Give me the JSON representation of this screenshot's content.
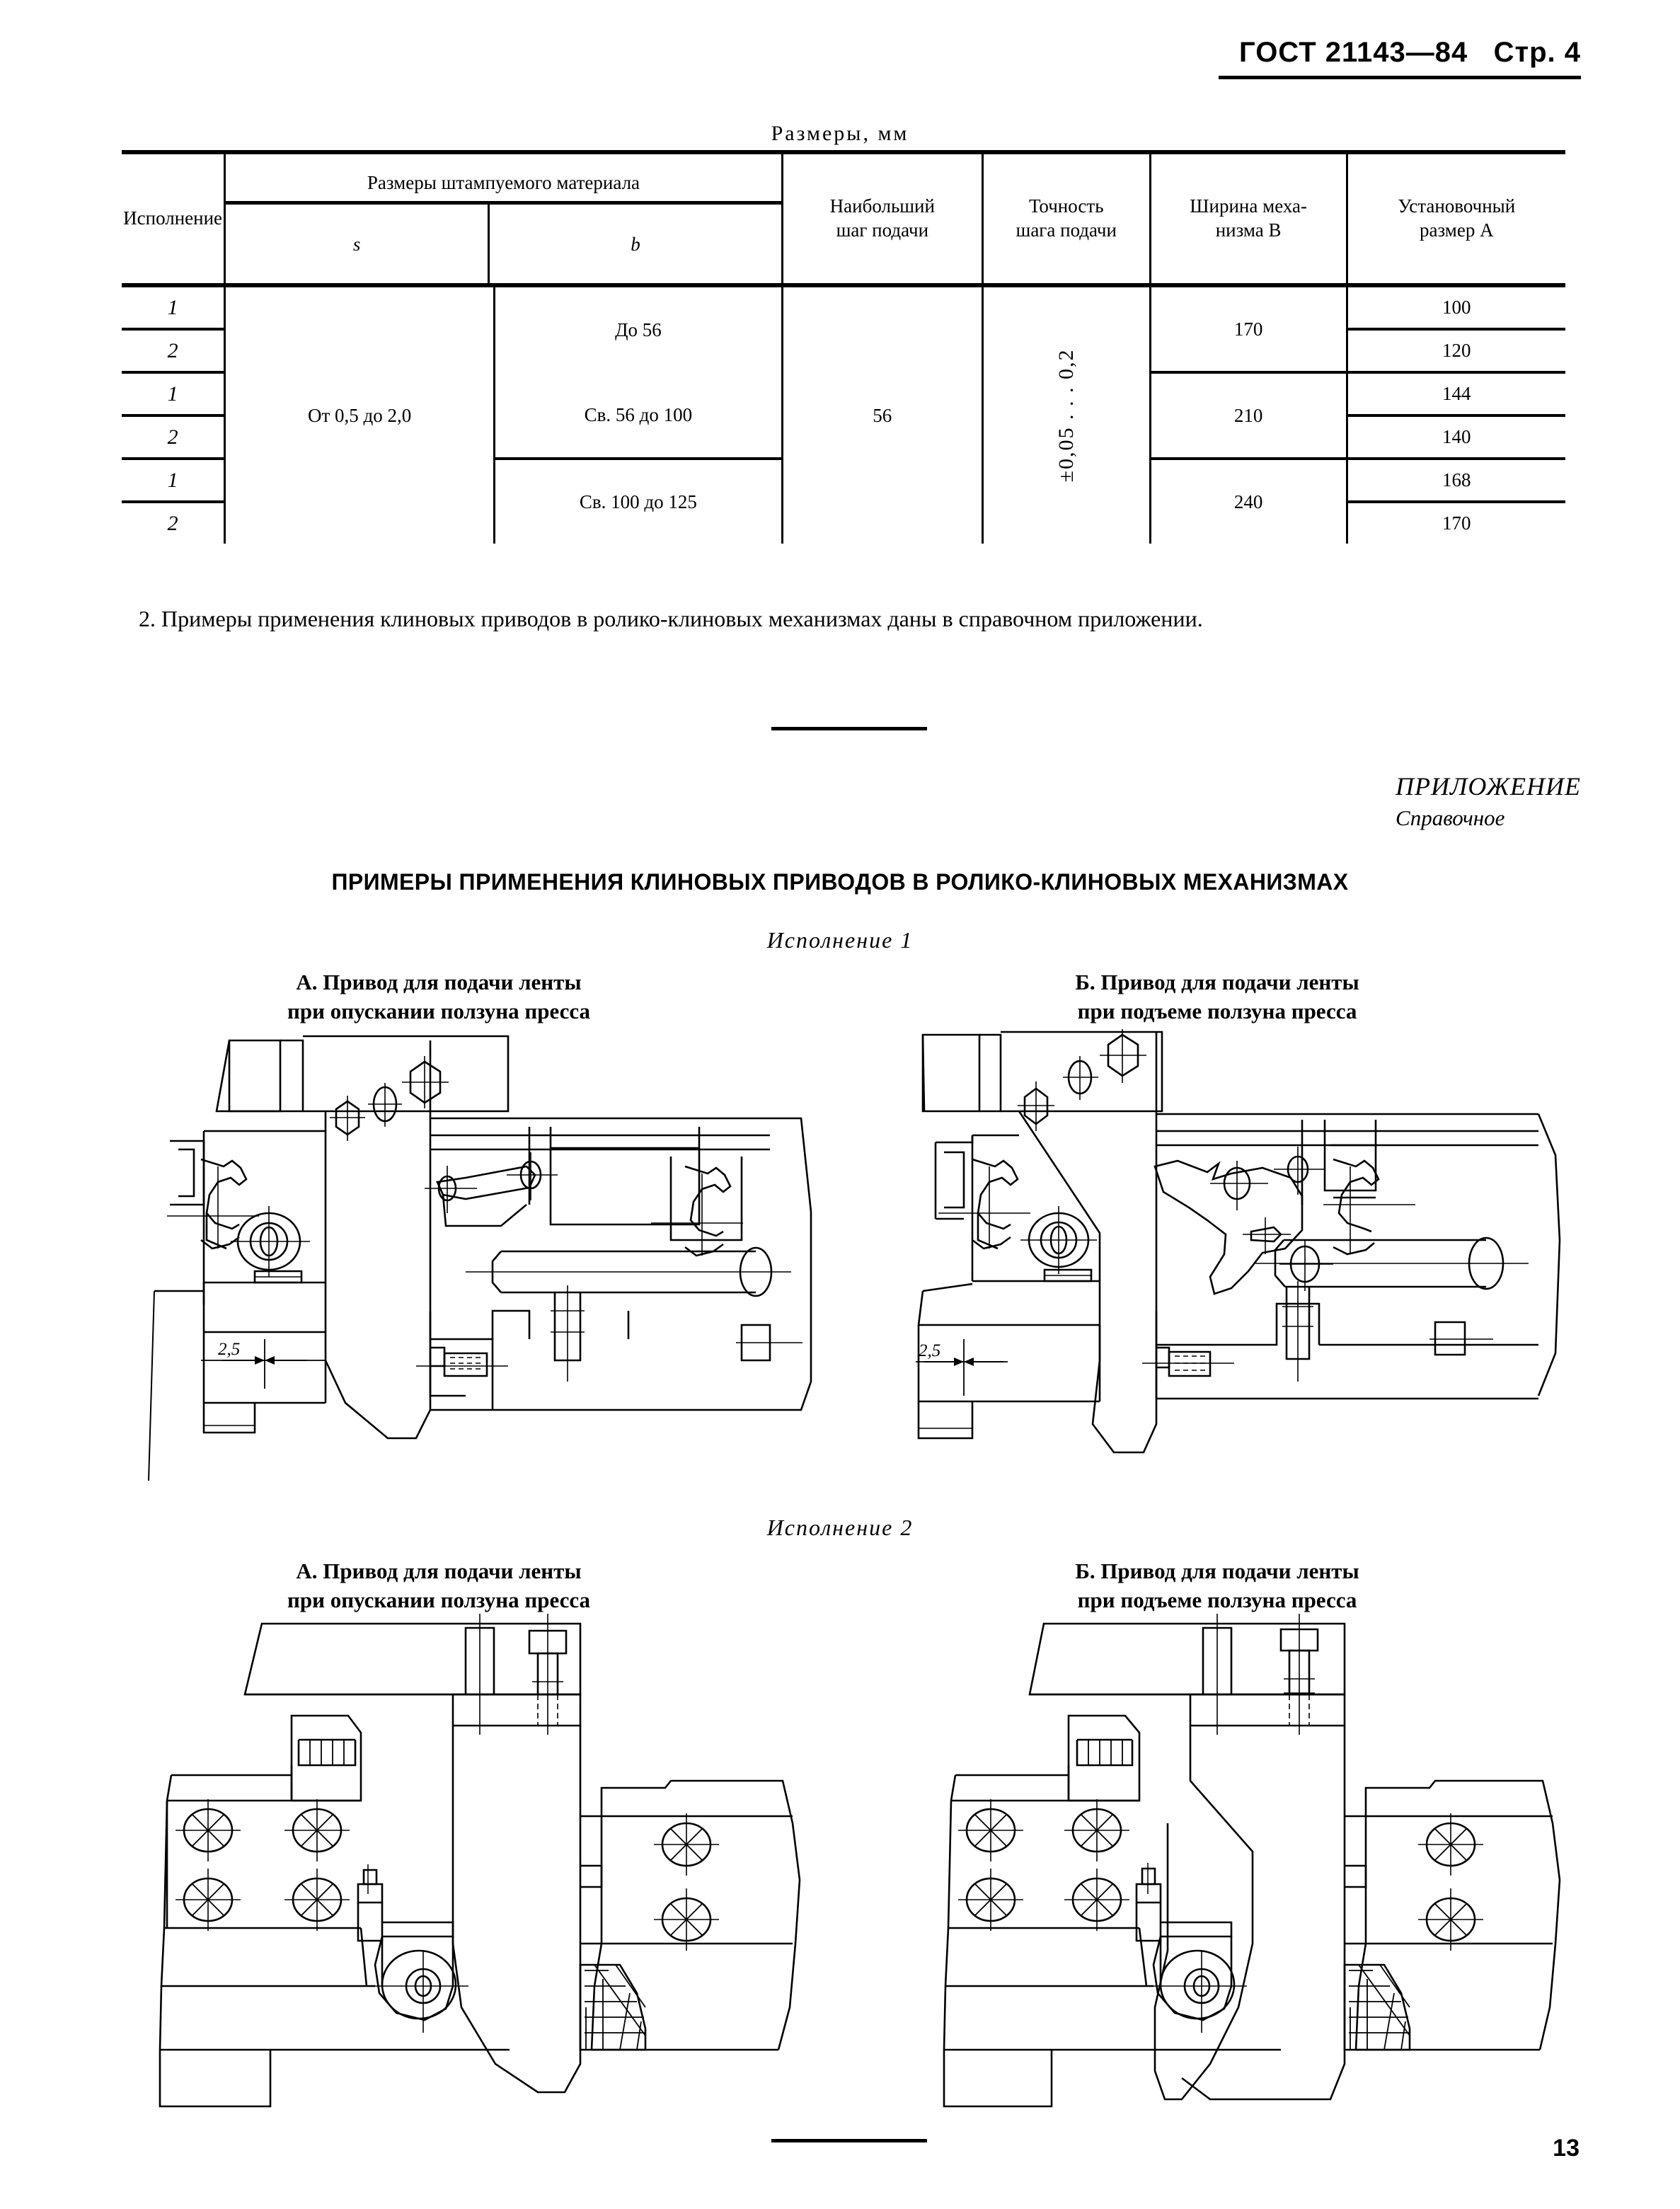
{
  "header": {
    "standard": "ГОСТ 21143—84",
    "page_label": "Стр. 4"
  },
  "table_section": {
    "caption": "Размеры,  мм",
    "columns": {
      "ispolnenie": "Исполнение",
      "material_group": "Размеры штампуемого материала",
      "s": "s",
      "b": "b",
      "max_step": "Наибольший шаг подачи",
      "max_step_l1": "Наибольший",
      "max_step_l2": "шаг подачи",
      "accuracy": "Точность шага подачи",
      "accuracy_l1": "Точность",
      "accuracy_l2": "шага подачи",
      "width_b": "Ширина меха­низма B",
      "width_b_l1": "Ширина меха-",
      "width_b_l2": "низма B",
      "setup_a": "Установочный размер A",
      "setup_a_l1": "Установочный",
      "setup_a_l2": "размер A"
    },
    "rows": [
      {
        "ispolnenie": "1",
        "s": "От 0,5 до 2,0",
        "b": "До 56",
        "max_step": "56",
        "accuracy": "±0,05 . . . 0,2",
        "width_b": "170",
        "setup_a": "100"
      },
      {
        "ispolnenie": "2",
        "s": "",
        "b": "",
        "max_step": "",
        "accuracy": "",
        "width_b": "",
        "setup_a": "120"
      },
      {
        "ispolnenie": "1",
        "s": "",
        "b": "Св. 56 до 100",
        "max_step": "",
        "accuracy": "",
        "width_b": "210",
        "setup_a": "144"
      },
      {
        "ispolnenie": "2",
        "s": "",
        "b": "",
        "max_step": "",
        "accuracy": "",
        "width_b": "",
        "setup_a": "140"
      },
      {
        "ispolnenie": "1",
        "s": "",
        "b": "Св. 100 до 125",
        "max_step": "",
        "accuracy": "",
        "width_b": "240",
        "setup_a": "168"
      },
      {
        "ispolnenie": "2",
        "s": "",
        "b": "",
        "max_step": "",
        "accuracy": "",
        "width_b": "",
        "setup_a": "170"
      }
    ],
    "merged": {
      "s_value": "От 0,5 до 2,0",
      "max_step_value": "56",
      "accuracy_value": "±0,05 . . . 0,2",
      "b_values": [
        "До 56",
        "Св. 56 до 100",
        "Св. 100 до 125"
      ],
      "width_b_values": [
        "170",
        "210",
        "240"
      ],
      "setup_a_values": [
        "100",
        "120",
        "144",
        "140",
        "168",
        "170"
      ],
      "ispolnenie_values": [
        "1",
        "2",
        "1",
        "2",
        "1",
        "2"
      ]
    }
  },
  "note": {
    "text": "2. Примеры применения клиновых приводов в ролико-клиновых механизмах даны в справочном приложении."
  },
  "appendix": {
    "label_main": "ПРИЛОЖЕНИЕ",
    "label_sub": "Справочное",
    "title": "ПРИМЕРЫ ПРИМЕНЕНИЯ КЛИНОВЫХ ПРИВОДОВ  В  РОЛИКО-КЛИНОВЫХ МЕХАНИЗМАХ",
    "variants": [
      {
        "heading": "Исполнение  1",
        "figures": [
          {
            "caption_line1": "А. Привод для подачи ленты",
            "caption_line2": "при опускании ползуна пресса",
            "dimension": "2,5"
          },
          {
            "caption_line1": "Б. Привод для подачи ленты",
            "caption_line2": "при подъеме ползуна пресса",
            "dimension": "2,5"
          }
        ]
      },
      {
        "heading": "Исполнение  2",
        "figures": [
          {
            "caption_line1": "А. Привод для подачи ленты",
            "caption_line2": "при опускании ползуна пресса",
            "dimension": ""
          },
          {
            "caption_line1": "Б. Привод для подачи ленты",
            "caption_line2": "при подъеме ползуна пресса",
            "dimension": ""
          }
        ]
      }
    ]
  },
  "footer": {
    "page_number": "13"
  }
}
